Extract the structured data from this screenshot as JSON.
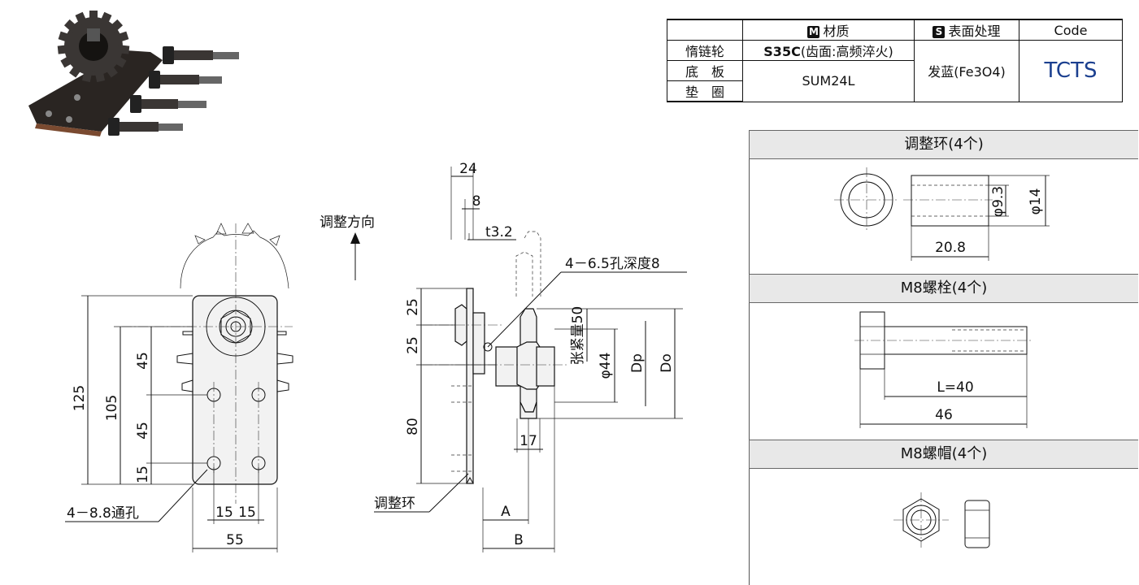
{
  "table": {
    "header": {
      "material_badge": "M",
      "material": "材质",
      "surface_badge": "S",
      "surface": "表面处理",
      "code": "Code"
    },
    "rows": [
      {
        "part": "惰链轮",
        "material_bold": "S35C",
        "material_note": "(齿面:高频淬火)"
      },
      {
        "part": "底　板"
      },
      {
        "part": "垫　圈"
      }
    ],
    "sum_material": "SUM24L",
    "surface_treatment": "发蓝(Fe3O4)",
    "code_value": "TCTS"
  },
  "front_view": {
    "dims": {
      "d125": "125",
      "d105": "105",
      "d45a": "45",
      "d45b": "45",
      "d15": "15",
      "d15a": "15",
      "d15b": "15",
      "d55": "55"
    },
    "hole_note": "4－8.8通孔",
    "direction_label": "调整方向"
  },
  "side_view": {
    "dims": {
      "d24": "24",
      "d8": "8",
      "t32": "t3.2",
      "d25a": "25",
      "d25b": "25",
      "d80": "80",
      "d17": "17",
      "tension": "张紧量50",
      "phi44": "φ44",
      "dp": "Dp",
      "do": "Do",
      "a": "A",
      "b": "B"
    },
    "hole_note": "4－6.5孔深度8",
    "ring_label": "调整环"
  },
  "panels": {
    "ring": {
      "title": "调整环(4个)",
      "phi93": "φ9.3",
      "phi14": "φ14",
      "len": "20.8"
    },
    "bolt": {
      "title": "M8螺栓(4个)",
      "l40": "L=40",
      "len46": "46"
    },
    "nut": {
      "title": "M8螺帽(4个)"
    }
  }
}
